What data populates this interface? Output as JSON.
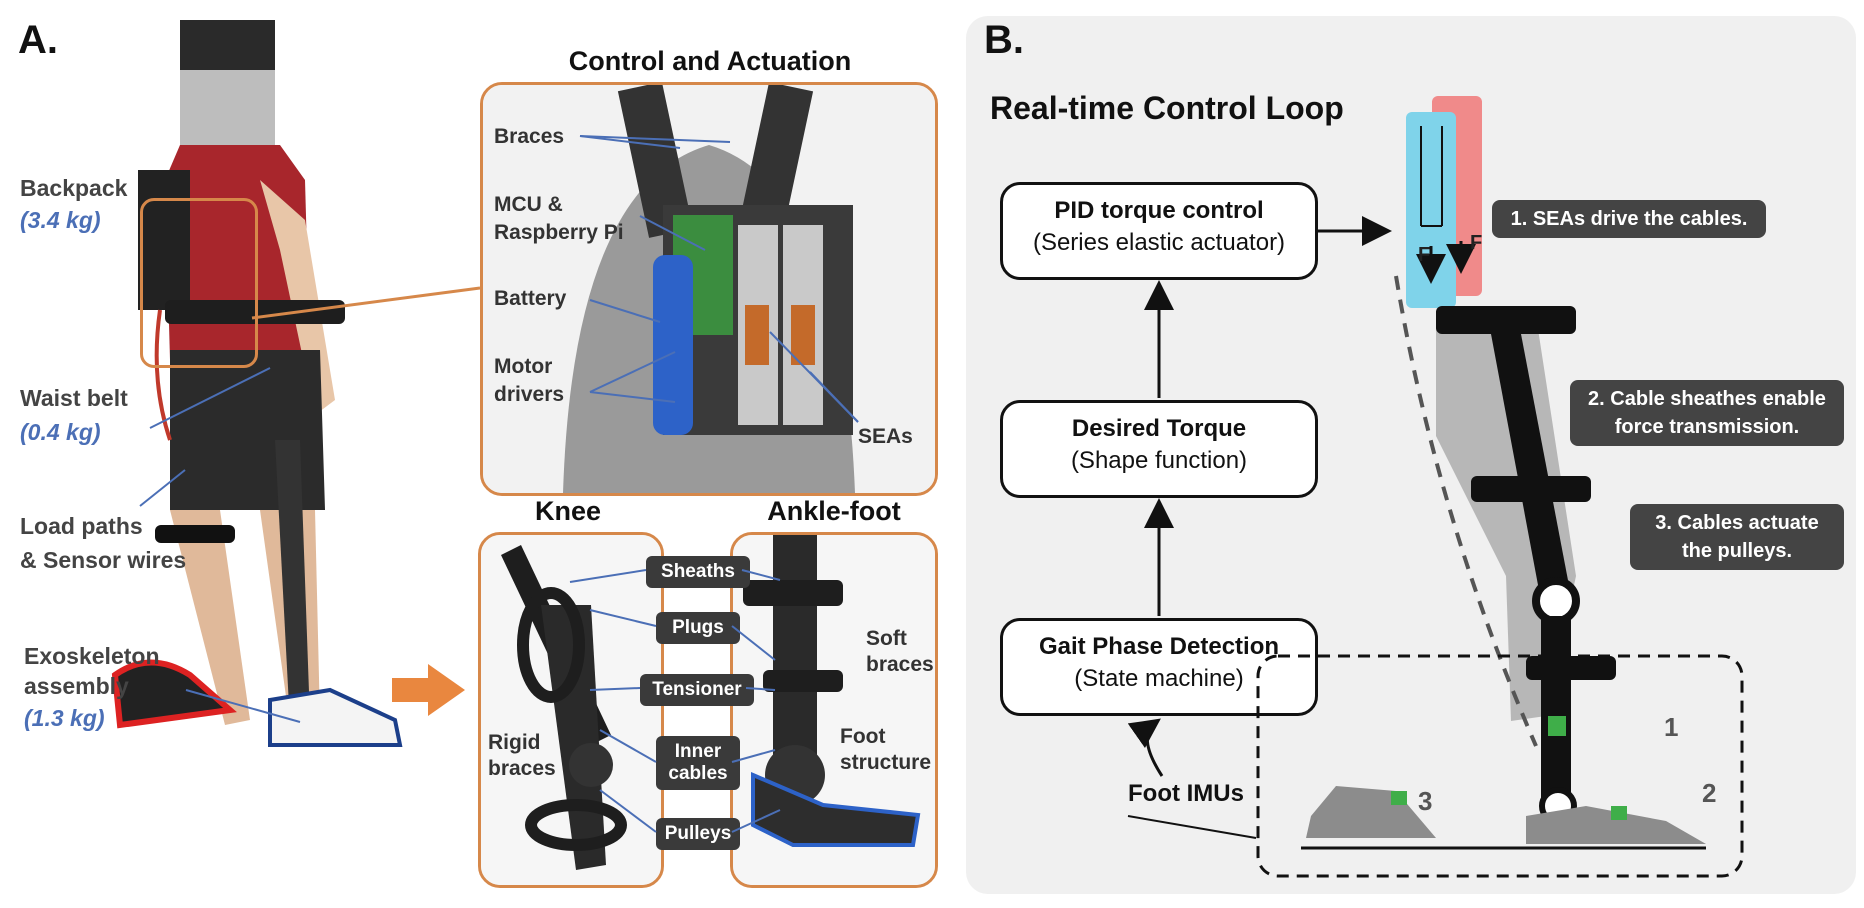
{
  "panel_a": {
    "label": "A.",
    "left_labels": {
      "backpack": {
        "name": "Backpack",
        "weight": "(3.4 kg)"
      },
      "waist_belt": {
        "name": "Waist belt",
        "weight": "(0.4 kg)"
      },
      "load_paths": {
        "line1": "Load paths",
        "line2": "& Sensor wires"
      },
      "exoskeleton": {
        "line1": "Exoskeleton",
        "line2": "assembly",
        "weight": "(1.3 kg)"
      }
    },
    "control_actuation": {
      "title": "Control and Actuation",
      "braces": "Braces",
      "mcu_line1": "MCU &",
      "mcu_line2": "Raspberry Pi",
      "battery": "Battery",
      "motor_line1": "Motor",
      "motor_line2": "drivers",
      "seas": "SEAs"
    },
    "knee": {
      "title": "Knee",
      "rigid_line1": "Rigid",
      "rigid_line2": "braces"
    },
    "ankle_foot": {
      "title": "Ankle-foot",
      "soft_line1": "Soft",
      "soft_line2": "braces",
      "foot_line1": "Foot",
      "foot_line2": "structure"
    },
    "tags": {
      "sheaths": "Sheaths",
      "plugs": "Plugs",
      "tensioner": "Tensioner",
      "inner_line1": "Inner",
      "inner_line2": "cables",
      "pulleys": "Pulleys"
    },
    "colors": {
      "frame": "#d6884a",
      "leader": "#4b6fb6",
      "arrow": "#e9873f"
    }
  },
  "panel_b": {
    "label": "B.",
    "title": "Real-time Control Loop",
    "boxes": {
      "pid": {
        "title": "PID torque control",
        "subtitle": "(Series elastic actuator)"
      },
      "torque": {
        "title": "Desired Torque",
        "subtitle": "(Shape function)"
      },
      "gait": {
        "title": "Gait Phase Detection",
        "subtitle": "(State machine)"
      }
    },
    "foot_imus": "Foot IMUs",
    "force_label": "F",
    "callouts": {
      "c1": "1. SEAs drive the cables.",
      "c2_line1": "2. Cable sheathes enable",
      "c2_line2": "force transmission.",
      "c3_line1": "3. Cables actuate",
      "c3_line2": "the pulleys."
    },
    "imu_numbers": {
      "n1": "1",
      "n2": "2",
      "n3": "3"
    },
    "colors": {
      "blue_sea": "#7fd3ea",
      "red_sea": "#f08a8a",
      "background": "#f0f0f0",
      "imu": "#3fae49"
    }
  }
}
